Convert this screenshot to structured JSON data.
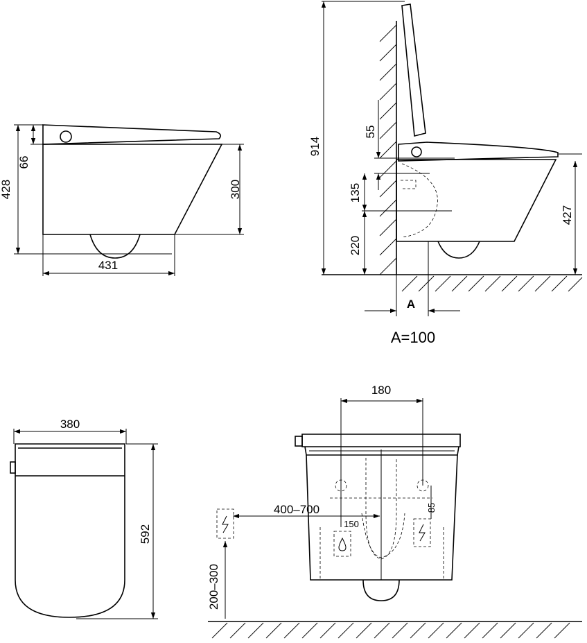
{
  "side_view": {
    "height_total": "428",
    "height_top": "66",
    "height_bowl": "300",
    "depth": "431"
  },
  "install_view": {
    "height_total": "914",
    "seat_thickness": "55",
    "offset_middle": "135",
    "offset_lower": "220",
    "rim_height": "427",
    "a_label": "A",
    "a_value": "A=100"
  },
  "top_view": {
    "width": "380",
    "length": "592"
  },
  "front_view": {
    "bolt_spacing": "180",
    "socket_distance": "400–700",
    "socket_height": "200–300",
    "water_offset": "150",
    "socket_vertical": "85"
  }
}
